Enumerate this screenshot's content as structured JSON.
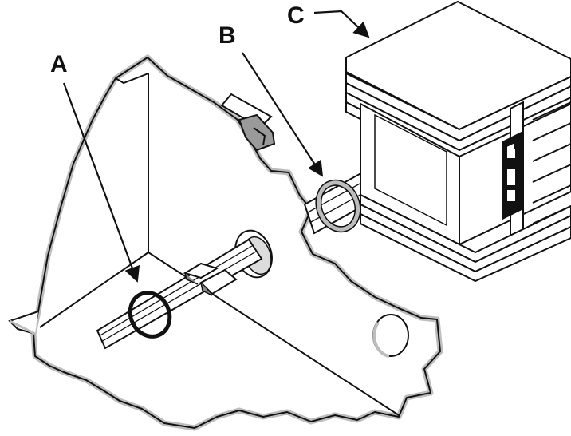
{
  "callouts": {
    "a": "A",
    "b": "B",
    "c": "C"
  },
  "colors": {
    "ink": "#111111",
    "panel_edge": "#bdbdbd",
    "background": "#ffffff"
  }
}
